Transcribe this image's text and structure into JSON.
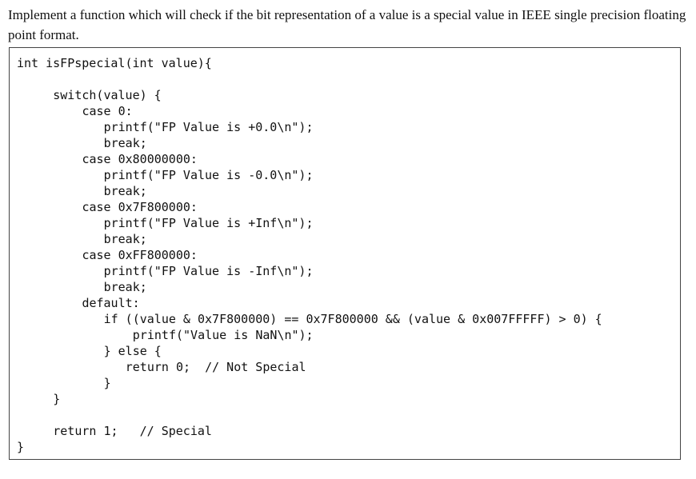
{
  "question": {
    "text": "Implement a function which will check if the bit representation of a value is a special value in IEEE single precision floating point format."
  },
  "code": {
    "lines": [
      {
        "indent": 0,
        "row": 0,
        "text": "int isFPspecial(int value){"
      },
      {
        "indent": 5,
        "row": 2,
        "text": "switch(value) {"
      },
      {
        "indent": 9,
        "row": 3,
        "text": "case 0:"
      },
      {
        "indent": 12,
        "row": 4,
        "text": "printf(\"FP Value is +0.0\\n\");"
      },
      {
        "indent": 12,
        "row": 5,
        "text": "break;"
      },
      {
        "indent": 9,
        "row": 6,
        "text": "case 0x80000000:"
      },
      {
        "indent": 12,
        "row": 7,
        "text": "printf(\"FP Value is -0.0\\n\");"
      },
      {
        "indent": 12,
        "row": 8,
        "text": "break;"
      },
      {
        "indent": 9,
        "row": 9,
        "text": "case 0x7F800000:"
      },
      {
        "indent": 12,
        "row": 10,
        "text": "printf(\"FP Value is +Inf\\n\");"
      },
      {
        "indent": 12,
        "row": 11,
        "text": "break;"
      },
      {
        "indent": 9,
        "row": 12,
        "text": "case 0xFF800000:"
      },
      {
        "indent": 12,
        "row": 13,
        "text": "printf(\"FP Value is -Inf\\n\");"
      },
      {
        "indent": 12,
        "row": 14,
        "text": "break;"
      },
      {
        "indent": 9,
        "row": 15,
        "text": "default:"
      },
      {
        "indent": 12,
        "row": 16,
        "text": "if ((value & 0x7F800000) == 0x7F800000 && (value & 0x007FFFFF) > 0) {"
      },
      {
        "indent": 16,
        "row": 17,
        "text": "printf(\"Value is NaN\\n\");"
      },
      {
        "indent": 12,
        "row": 18,
        "text": "} else {"
      },
      {
        "indent": 15,
        "row": 19,
        "text": "return 0;  // Not Special"
      },
      {
        "indent": 12,
        "row": 20,
        "text": "}"
      },
      {
        "indent": 5,
        "row": 21,
        "text": "}"
      },
      {
        "indent": 5,
        "row": 23,
        "text": "return 1;   // Special"
      },
      {
        "indent": 0,
        "row": 24,
        "text": "}"
      }
    ]
  }
}
